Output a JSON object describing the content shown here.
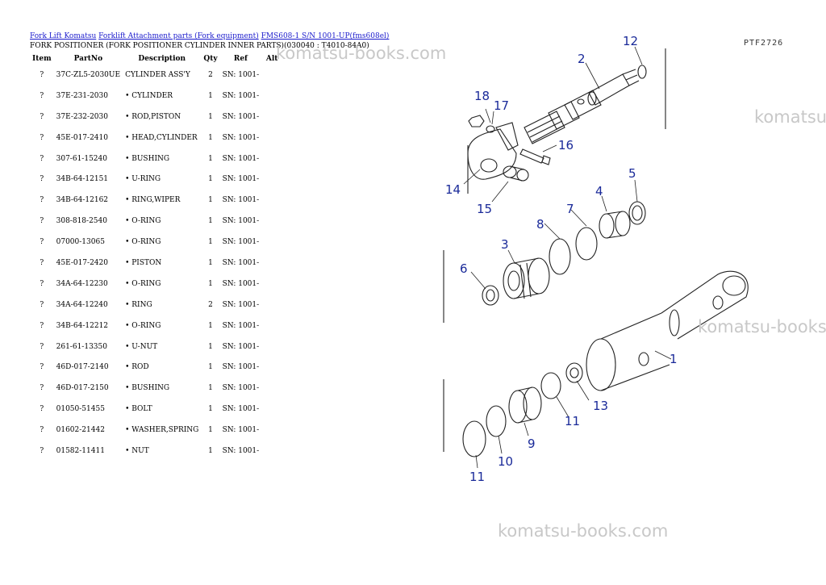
{
  "breadcrumb": {
    "link1": "Fork Lift Komatsu",
    "link2": "Forklift Attachment parts (Fork equipment)",
    "link3": "FMS608-1 S/N 1001-UP(fms608el)"
  },
  "subtitle": "FORK POSITIONER (FORK POSITIONER CYLINDER INNER PARTS)(030040 : T4010-84A0)",
  "table": {
    "headers": {
      "item": "Item",
      "partno": "PartNo",
      "description": "Description",
      "qty": "Qty",
      "ref": "Ref",
      "alt": "Alt"
    },
    "rows": [
      {
        "item": "?",
        "partno": "37C-ZL5-2030UE",
        "description": "CYLINDER ASS'Y",
        "qty": "2",
        "ref": "SN: 1001-"
      },
      {
        "item": "?",
        "partno": "37E-231-2030",
        "description": "• CYLINDER",
        "qty": "1",
        "ref": "SN: 1001-"
      },
      {
        "item": "?",
        "partno": "37E-232-2030",
        "description": "• ROD,PISTON",
        "qty": "1",
        "ref": "SN: 1001-"
      },
      {
        "item": "?",
        "partno": "45E-017-2410",
        "description": "• HEAD,CYLINDER",
        "qty": "1",
        "ref": "SN: 1001-"
      },
      {
        "item": "?",
        "partno": "307-61-15240",
        "description": "• BUSHING",
        "qty": "1",
        "ref": "SN: 1001-"
      },
      {
        "item": "?",
        "partno": "34B-64-12151",
        "description": "• U-RING",
        "qty": "1",
        "ref": "SN: 1001-"
      },
      {
        "item": "?",
        "partno": "34B-64-12162",
        "description": "• RING,WIPER",
        "qty": "1",
        "ref": "SN: 1001-"
      },
      {
        "item": "?",
        "partno": "308-818-2540",
        "description": "• O-RING",
        "qty": "1",
        "ref": "SN: 1001-"
      },
      {
        "item": "?",
        "partno": "07000-13065",
        "description": "• O-RING",
        "qty": "1",
        "ref": "SN: 1001-"
      },
      {
        "item": "?",
        "partno": "45E-017-2420",
        "description": "• PISTON",
        "qty": "1",
        "ref": "SN: 1001-"
      },
      {
        "item": "?",
        "partno": "34A-64-12230",
        "description": "• O-RING",
        "qty": "1",
        "ref": "SN: 1001-"
      },
      {
        "item": "?",
        "partno": "34A-64-12240",
        "description": "• RING",
        "qty": "2",
        "ref": "SN: 1001-"
      },
      {
        "item": "?",
        "partno": "34B-64-12212",
        "description": "• O-RING",
        "qty": "1",
        "ref": "SN: 1001-"
      },
      {
        "item": "?",
        "partno": "261-61-13350",
        "description": "• U-NUT",
        "qty": "1",
        "ref": "SN: 1001-"
      },
      {
        "item": "?",
        "partno": "46D-017-2140",
        "description": "• ROD",
        "qty": "1",
        "ref": "SN: 1001-"
      },
      {
        "item": "?",
        "partno": "46D-017-2150",
        "description": "• BUSHING",
        "qty": "1",
        "ref": "SN: 1001-"
      },
      {
        "item": "?",
        "partno": "01050-51455",
        "description": "• BOLT",
        "qty": "1",
        "ref": "SN: 1001-"
      },
      {
        "item": "?",
        "partno": "01602-21442",
        "description": "• WASHER,SPRING",
        "qty": "1",
        "ref": "SN: 1001-"
      },
      {
        "item": "?",
        "partno": "01582-11411",
        "description": "• NUT",
        "qty": "1",
        "ref": "SN: 1001-"
      }
    ]
  },
  "watermarks": {
    "top": "komatsu-books.com",
    "right_top": "komatsu",
    "right_mid": "komatsu-books",
    "bottom": "komatsu-books.com"
  },
  "diagram": {
    "code": "PTF2726",
    "callouts": {
      "c1": "1",
      "c2": "2",
      "c3": "3",
      "c4": "4",
      "c5": "5",
      "c6": "6",
      "c7": "7",
      "c8": "8",
      "c9": "9",
      "c10": "10",
      "c11a": "11",
      "c11b": "11",
      "c12": "12",
      "c13": "13",
      "c14": "14",
      "c15": "15",
      "c16": "16",
      "c17": "17",
      "c18": "18"
    }
  }
}
